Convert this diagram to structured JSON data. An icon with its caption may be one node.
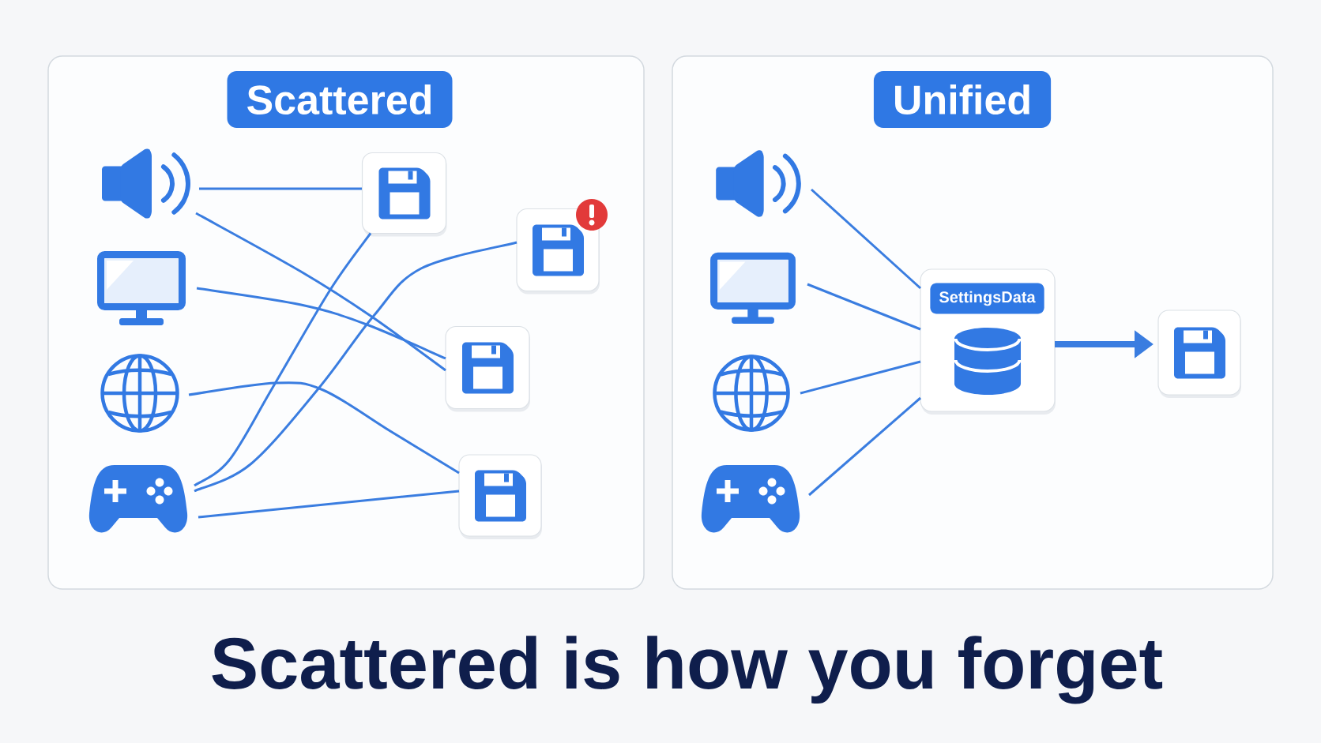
{
  "diagram": {
    "caption": "Scattered is how you forget",
    "nodes": [
      {
        "text": [
          "Scattered"
        ]
      },
      {
        "text": [],
        "shape": "picture",
        "in": 0
      },
      {
        "text": [],
        "shape": "picture",
        "in": 0
      },
      {
        "text": [],
        "shape": "picture",
        "in": 0
      },
      {
        "text": [],
        "shape": "picture",
        "in": 0
      },
      {
        "text": [],
        "shape": "box",
        "in": 0
      },
      {
        "text": [],
        "shape": "box",
        "in": 0
      },
      {
        "text": [],
        "shape": "box",
        "in": 0
      },
      {
        "text": [],
        "shape": "box",
        "in": 0
      },
      {
        "text": [
          "Unified"
        ]
      },
      {
        "text": [],
        "shape": "picture",
        "in": 9
      },
      {
        "text": [],
        "shape": "picture",
        "in": 9
      },
      {
        "text": [],
        "shape": "picture",
        "in": 9
      },
      {
        "text": [],
        "shape": "picture",
        "in": 9
      },
      {
        "text": [
          "SettingsData"
        ],
        "in": 9
      },
      {
        "text": [],
        "shape": "box",
        "in": 9
      }
    ],
    "edges": [
      {
        "from": 1,
        "to": 5,
        "arrow": "none"
      },
      {
        "from": 1,
        "to": 7,
        "arrow": "none"
      },
      {
        "from": 2,
        "to": 7,
        "arrow": "none"
      },
      {
        "from": 3,
        "to": 8,
        "arrow": "none"
      },
      {
        "from": 4,
        "to": 5,
        "arrow": "none"
      },
      {
        "from": 4,
        "to": 6,
        "arrow": "none"
      },
      {
        "from": 4,
        "to": 8,
        "arrow": "none"
      },
      {
        "from": 10,
        "to": 14,
        "arrow": "none"
      },
      {
        "from": 11,
        "to": 14,
        "arrow": "none"
      },
      {
        "from": 12,
        "to": 14,
        "arrow": "none"
      },
      {
        "from": 13,
        "to": 14,
        "arrow": "none"
      },
      {
        "from": 14,
        "to": 15,
        "arrow": "to",
        "style": "thick"
      }
    ]
  }
}
